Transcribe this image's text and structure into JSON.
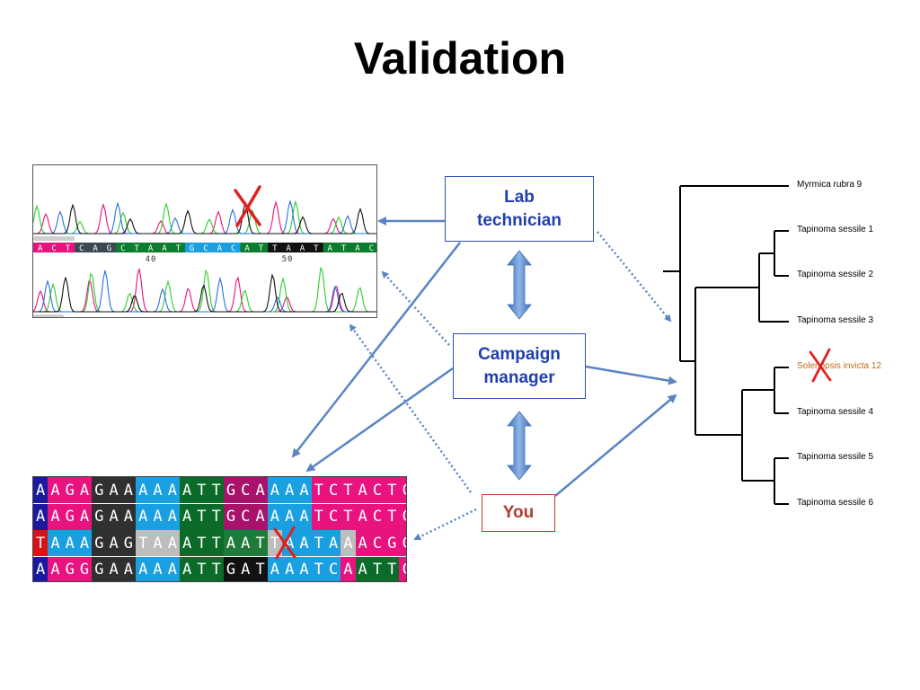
{
  "slide": {
    "title": "Validation"
  },
  "roles": {
    "lab_technician": "Lab technician",
    "lab_technician_line1": "Lab",
    "lab_technician_line2": "technician",
    "campaign_manager_line1": "Campaign",
    "campaign_manager_line2": "manager",
    "you": "You"
  },
  "chromatogram": {
    "bases": [
      "A",
      "C",
      "T",
      "C",
      "A",
      "G",
      "C",
      "T",
      "A",
      "A",
      "T",
      "G",
      "C",
      "A",
      "C",
      "A",
      "T",
      "T",
      "A",
      "A",
      "T",
      "A",
      "T",
      "A",
      "C"
    ],
    "positions": [
      "40",
      "50"
    ]
  },
  "alignment": {
    "rows": [
      "AAGAGAAAAAATTGCAAAATCTACTC",
      "AAGAGAAAAAATTGCAAAATCTACTC",
      "TAAAGAGTAAATTAATTAATAAACGC",
      "AAGGGAAAAAATTGATAAATCAATTC"
    ]
  },
  "tree": {
    "leaves": [
      "Myrmica rubra 9",
      "Tapinoma sessile 1",
      "Tapinoma sessile 2",
      "Tapinoma sessile 3",
      "Solenopsis invicta 12",
      "Tapinoma sessile 4",
      "Tapinoma sessile 5",
      "Tapinoma sessile 6"
    ],
    "highlight_leaf": "Solenopsis invicta 12"
  },
  "colors": {
    "arrow": "#5b84c4",
    "reject_mark": "#e0201f",
    "role_border": "#2e4fb7",
    "you_border": "#c0392b",
    "highlight_leaf": "#c46a1a",
    "base_A": "#e8137f",
    "base_C": "#1aa0e0",
    "base_G": "#111111",
    "base_T": "#0b7d2f"
  }
}
